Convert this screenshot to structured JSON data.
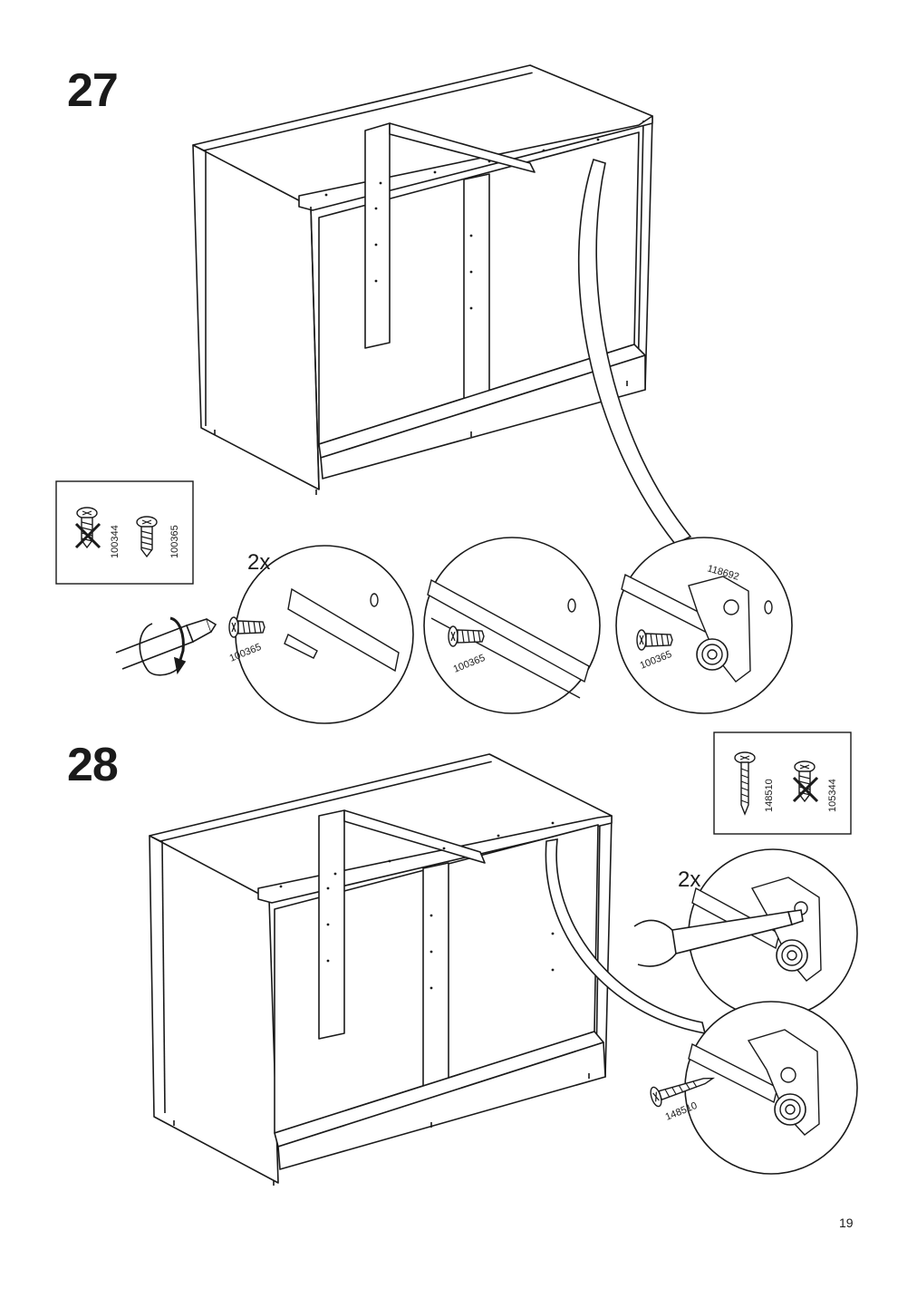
{
  "steps": [
    {
      "number": "27",
      "quantity": "2x",
      "legend": {
        "use": "100365",
        "do_not_use": "100344"
      },
      "callouts": [
        "100365",
        "100365",
        "100365",
        "118692"
      ]
    },
    {
      "number": "28",
      "quantity": "2x",
      "legend": {
        "use": "148510",
        "do_not_use": "105344"
      },
      "callouts": [
        "148510"
      ]
    }
  ],
  "page_number": "19"
}
